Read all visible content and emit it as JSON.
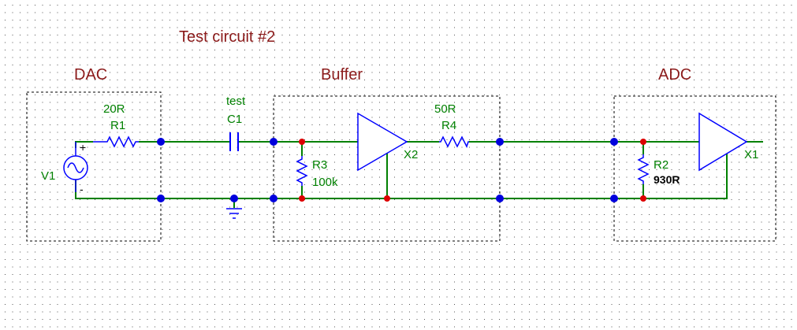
{
  "title": "Test circuit #2",
  "colors": {
    "title": "#8b1a1a",
    "block_label": "#8b1a1a",
    "wire": "#008000",
    "component": "#0000ff",
    "ref_label": "#008000",
    "value_label": "#008000",
    "value_label_strong": "#000000",
    "junction": "#0000dd",
    "node": "#dd0000",
    "grid_dot": "#555555",
    "block_border": "#000000"
  },
  "blocks": {
    "dac": {
      "label": "DAC"
    },
    "buffer": {
      "label": "Buffer"
    },
    "adc": {
      "label": "ADC"
    }
  },
  "components": {
    "v1": {
      "ref": "V1",
      "plus": "+",
      "minus": "-",
      "icon": "ac-voltage-source-icon"
    },
    "r1": {
      "ref": "R1",
      "value": "20R",
      "icon": "resistor-icon"
    },
    "c1": {
      "ref": "C1",
      "value": "test",
      "icon": "capacitor-icon"
    },
    "r3": {
      "ref": "R3",
      "value": "100k",
      "icon": "resistor-icon"
    },
    "x2": {
      "ref": "X2",
      "icon": "op-amp-buffer-icon"
    },
    "r4": {
      "ref": "R4",
      "value": "50R",
      "icon": "resistor-icon"
    },
    "r2": {
      "ref": "R2",
      "value": "930R",
      "icon": "resistor-icon"
    },
    "x1": {
      "ref": "X1",
      "icon": "op-amp-buffer-icon"
    },
    "gnd": {
      "icon": "ground-icon"
    }
  }
}
